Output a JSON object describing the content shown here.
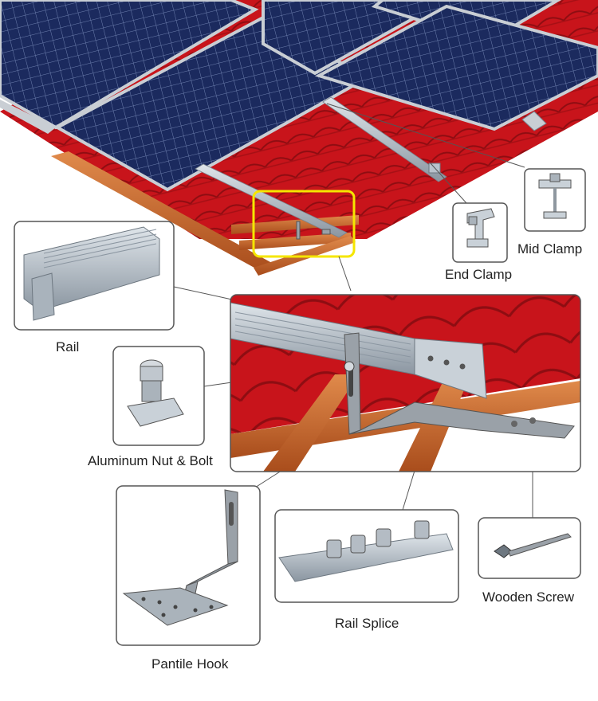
{
  "labels": {
    "mid_clamp": "Mid Clamp",
    "end_clamp": "End Clamp",
    "rail": "Rail",
    "nut_bolt": "Aluminum Nut & Bolt",
    "pantile_hook": "Pantile Hook",
    "rail_splice": "Rail Splice",
    "wooden_screw": "Wooden Screw"
  },
  "colors": {
    "roof_tile": "#c8141b",
    "panel_cell": "#1b2a5e",
    "panel_frame": "#c9ced4",
    "batten_wood": "#c8642a",
    "highlight": "#f5e600",
    "aluminum": "#b9c2cc",
    "steel": "#9aa1a8"
  },
  "icons": [
    "solar-panel-array",
    "tile-roof",
    "mid-clamp-icon",
    "end-clamp-icon",
    "rail-icon",
    "nut-bolt-icon",
    "pantile-hook-icon",
    "rail-splice-icon",
    "wooden-screw-icon"
  ]
}
